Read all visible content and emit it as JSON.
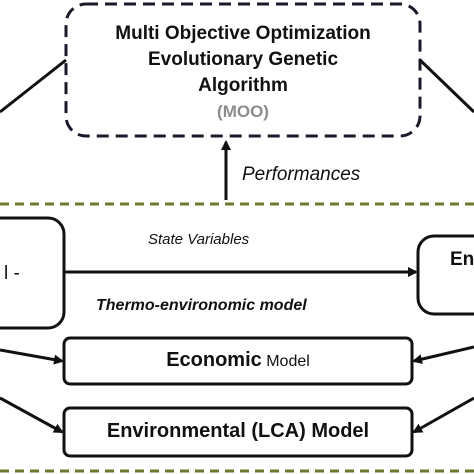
{
  "moo_box": {
    "title_lines": [
      "Multi Objective Optimization",
      "Evolutionary Genetic",
      "Algorithm"
    ],
    "abbreviation": "(MOO)"
  },
  "arrow_labels": {
    "performances": "Performances",
    "state_variables": "State  Variables"
  },
  "thermo_label": "Thermo-environomic model",
  "left_box_text": "l -",
  "right_box_text": "En",
  "economic_box": {
    "name": "Economic",
    "suffix": " Model"
  },
  "environmental_box": {
    "label": "Environmental (LCA) Model"
  },
  "colors": {
    "moo_border": "#1a1a2a",
    "dashed_region": "#6b7a2e",
    "abbreviation": "#8c8c8c"
  }
}
